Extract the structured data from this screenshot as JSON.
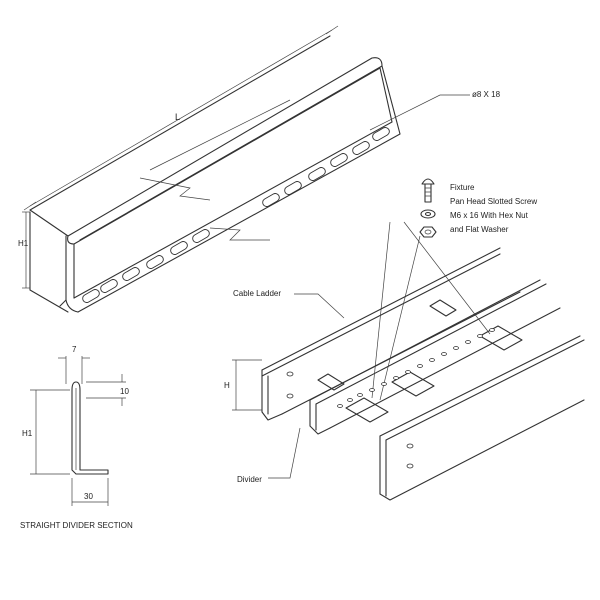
{
  "labels": {
    "length": "L",
    "slot_size": "ø8 X 18",
    "height_h1_main": "H1",
    "fixture_line1": "Fixture",
    "fixture_line2": "Pan Head Slotted Screw",
    "fixture_line3": "M6 x 16 With Hex Nut",
    "fixture_line4": "and Flat Washer",
    "cable_ladder": "Cable Ladder",
    "height_h": "H",
    "divider": "Divider",
    "section_width_top": "7",
    "section_lip": "10",
    "section_h1": "H1",
    "section_base": "30",
    "section_title": "STRAIGHT DIVIDER SECTION"
  }
}
